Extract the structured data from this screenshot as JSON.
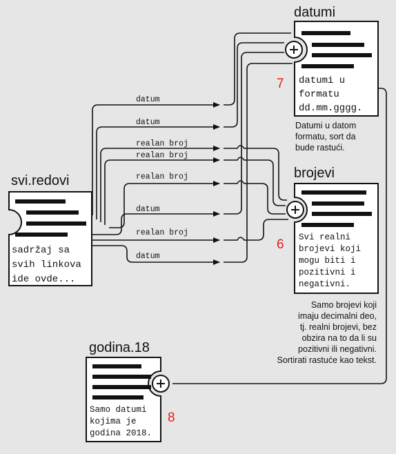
{
  "nodes": {
    "source": {
      "title": "svi.redovi",
      "lines": [
        "sadržaj sa",
        "svih linkova",
        "ide ovde..."
      ]
    },
    "datumi": {
      "title": "datumi",
      "number": "7",
      "lines": [
        "datumi u",
        "formatu",
        "dd.mm.gggg."
      ],
      "note": [
        "Datumi u datom",
        "formatu, sort da",
        "bude rastući."
      ]
    },
    "brojevi": {
      "title": "brojevi",
      "number": "6",
      "lines": [
        "Svi realni",
        "brojevi koji",
        "mogu biti i",
        "pozitivni i",
        "negativni."
      ],
      "note": [
        "Samo brojevi koji",
        "imaju decimalni deo,",
        "tj. realni brojevi, bez",
        "obzira na to da li su",
        "pozitivni ili negativni.",
        "Sortirati rastuće kao tekst."
      ]
    },
    "godina": {
      "title": "godina.18",
      "number": "8",
      "lines": [
        "Samo datumi",
        "kojima je",
        "godina 2018."
      ]
    }
  },
  "links": [
    {
      "label": "datum"
    },
    {
      "label": "datum"
    },
    {
      "label": "realan broj"
    },
    {
      "label": "realan broj"
    },
    {
      "label": "realan broj"
    },
    {
      "label": "datum"
    },
    {
      "label": "realan broj"
    },
    {
      "label": "datum"
    }
  ],
  "icons": {
    "merge": "plus-circle-icon"
  }
}
